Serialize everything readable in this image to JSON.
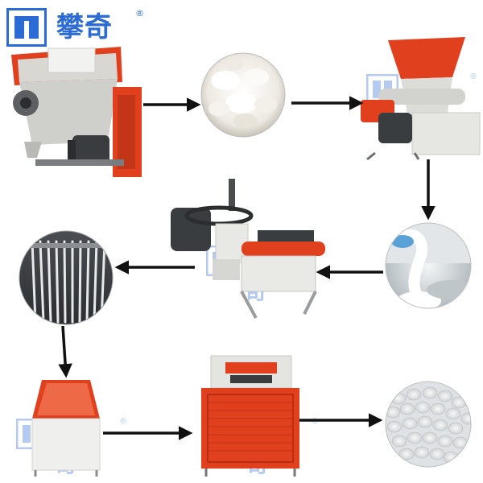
{
  "brand": {
    "logo_text": "攀奇",
    "registered_mark": "®",
    "accent_color": "#2a6bd6"
  },
  "watermarks": [
    {
      "text": "攀奇",
      "mark": "®"
    },
    {
      "text": "攀奇",
      "mark": "®"
    },
    {
      "text": "攀奇",
      "mark": "®"
    },
    {
      "text": "攀奇",
      "mark": "®"
    }
  ],
  "steps": [
    {
      "id": "crusher",
      "icon": "foam-crusher-machine-icon"
    },
    {
      "id": "crushed-foam",
      "icon": "crushed-foam-photo-icon"
    },
    {
      "id": "melter",
      "icon": "hot-melt-extruder-icon"
    },
    {
      "id": "melt-output",
      "icon": "molten-plastic-photo-icon"
    },
    {
      "id": "pelletizer-extruder",
      "icon": "pelletizer-extruder-icon"
    },
    {
      "id": "strands",
      "icon": "plastic-strands-photo-icon"
    },
    {
      "id": "cooling-tank",
      "icon": "cooling-water-tank-icon"
    },
    {
      "id": "cutter",
      "icon": "pellet-cutter-machine-icon"
    },
    {
      "id": "pellets",
      "icon": "plastic-pellets-photo-icon"
    }
  ],
  "colors": {
    "machine_red": "#e0401e",
    "machine_gray": "#d9d9d6",
    "arrow": "#111111"
  }
}
